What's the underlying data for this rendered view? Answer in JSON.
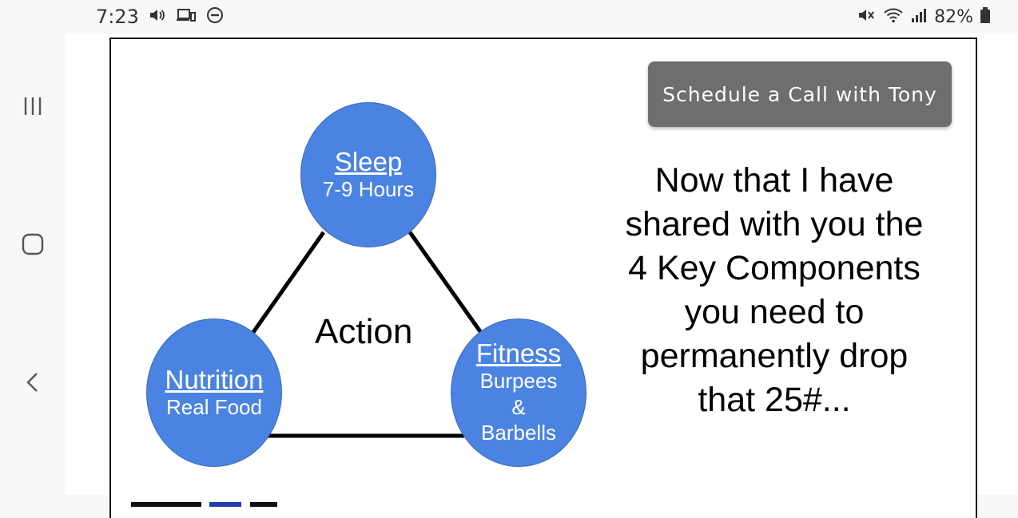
{
  "status_bar": {
    "time": "7:23",
    "battery_percent": "82%",
    "icons": [
      "volume-icon",
      "cast-device-icon",
      "do-not-disturb-icon",
      "mute-icon",
      "wifi-icon",
      "signal-icon",
      "battery-icon"
    ]
  },
  "nav": {
    "recent_apps": "recent-apps-icon",
    "home": "home-icon",
    "back": "back-icon"
  },
  "cta_button": {
    "label": "Schedule a Call with Tony"
  },
  "diagram": {
    "center_label": "Action",
    "sleep": {
      "title": "Sleep",
      "sub": "7-9 Hours"
    },
    "nutrition": {
      "title": "Nutrition",
      "sub": "Real Food"
    },
    "fitness": {
      "title": "Fitness",
      "sub1": "Burpees",
      "sub2": "&",
      "sub3": "Barbells"
    }
  },
  "message": {
    "line1": "Now that I have",
    "line2": "shared with you the",
    "line3": "4 Key Components",
    "line4": "you need to",
    "line5": "permanently drop",
    "line6": "that 25#..."
  },
  "colors": {
    "circle_fill": "#4b83e2",
    "button_bg": "#6e6e6e"
  }
}
